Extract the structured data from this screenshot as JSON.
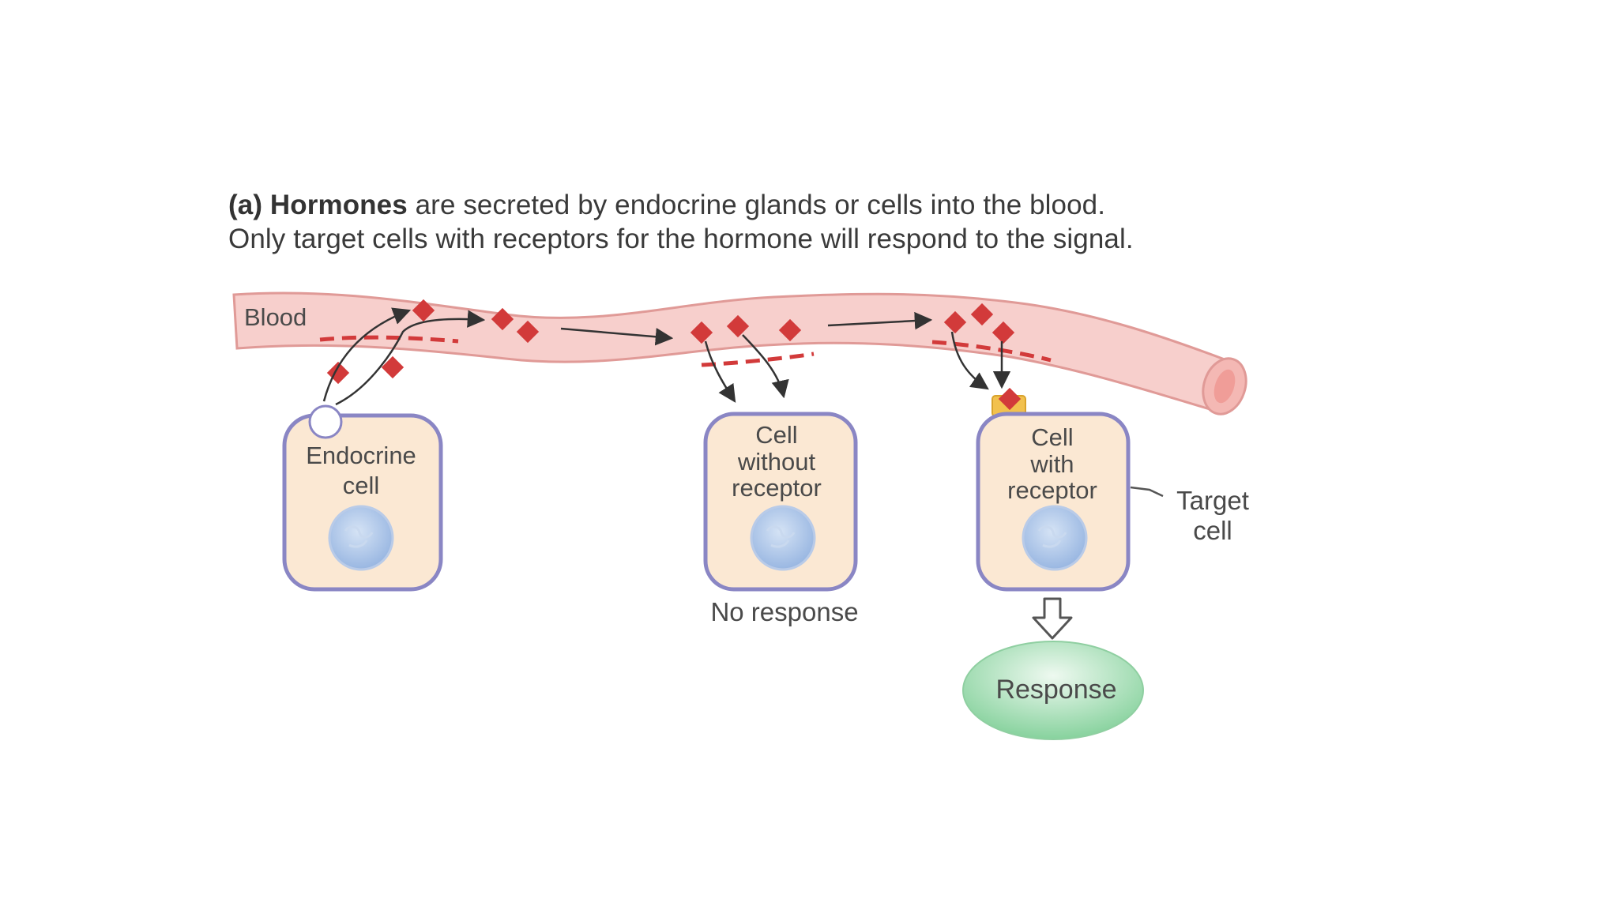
{
  "caption": {
    "prefix": "(a) ",
    "bold_term": "Hormones",
    "line1_rest": " are secreted by endocrine glands or cells into the blood.",
    "line2": "Only target cells with receptors for the hormone will respond to the signal."
  },
  "labels": {
    "blood": "Blood",
    "endocrine_cell": [
      "Endocrine",
      "cell"
    ],
    "cell_without_receptor": [
      "Cell",
      "without",
      "receptor"
    ],
    "cell_with_receptor": [
      "Cell",
      "with",
      "receptor"
    ],
    "target_cell": [
      "Target",
      "cell"
    ],
    "no_response": "No response",
    "response": "Response"
  },
  "colors": {
    "vessel": "#f7c9c6",
    "vessel_outline": "#e09a97",
    "hormone": "#d23a3a",
    "cell_fill": "#fbe8d3",
    "cell_outline": "#8a86c4",
    "nucleus": "#a7c1e6",
    "receptor": "#f2c14e",
    "response_fill": "#8fd6a4"
  }
}
